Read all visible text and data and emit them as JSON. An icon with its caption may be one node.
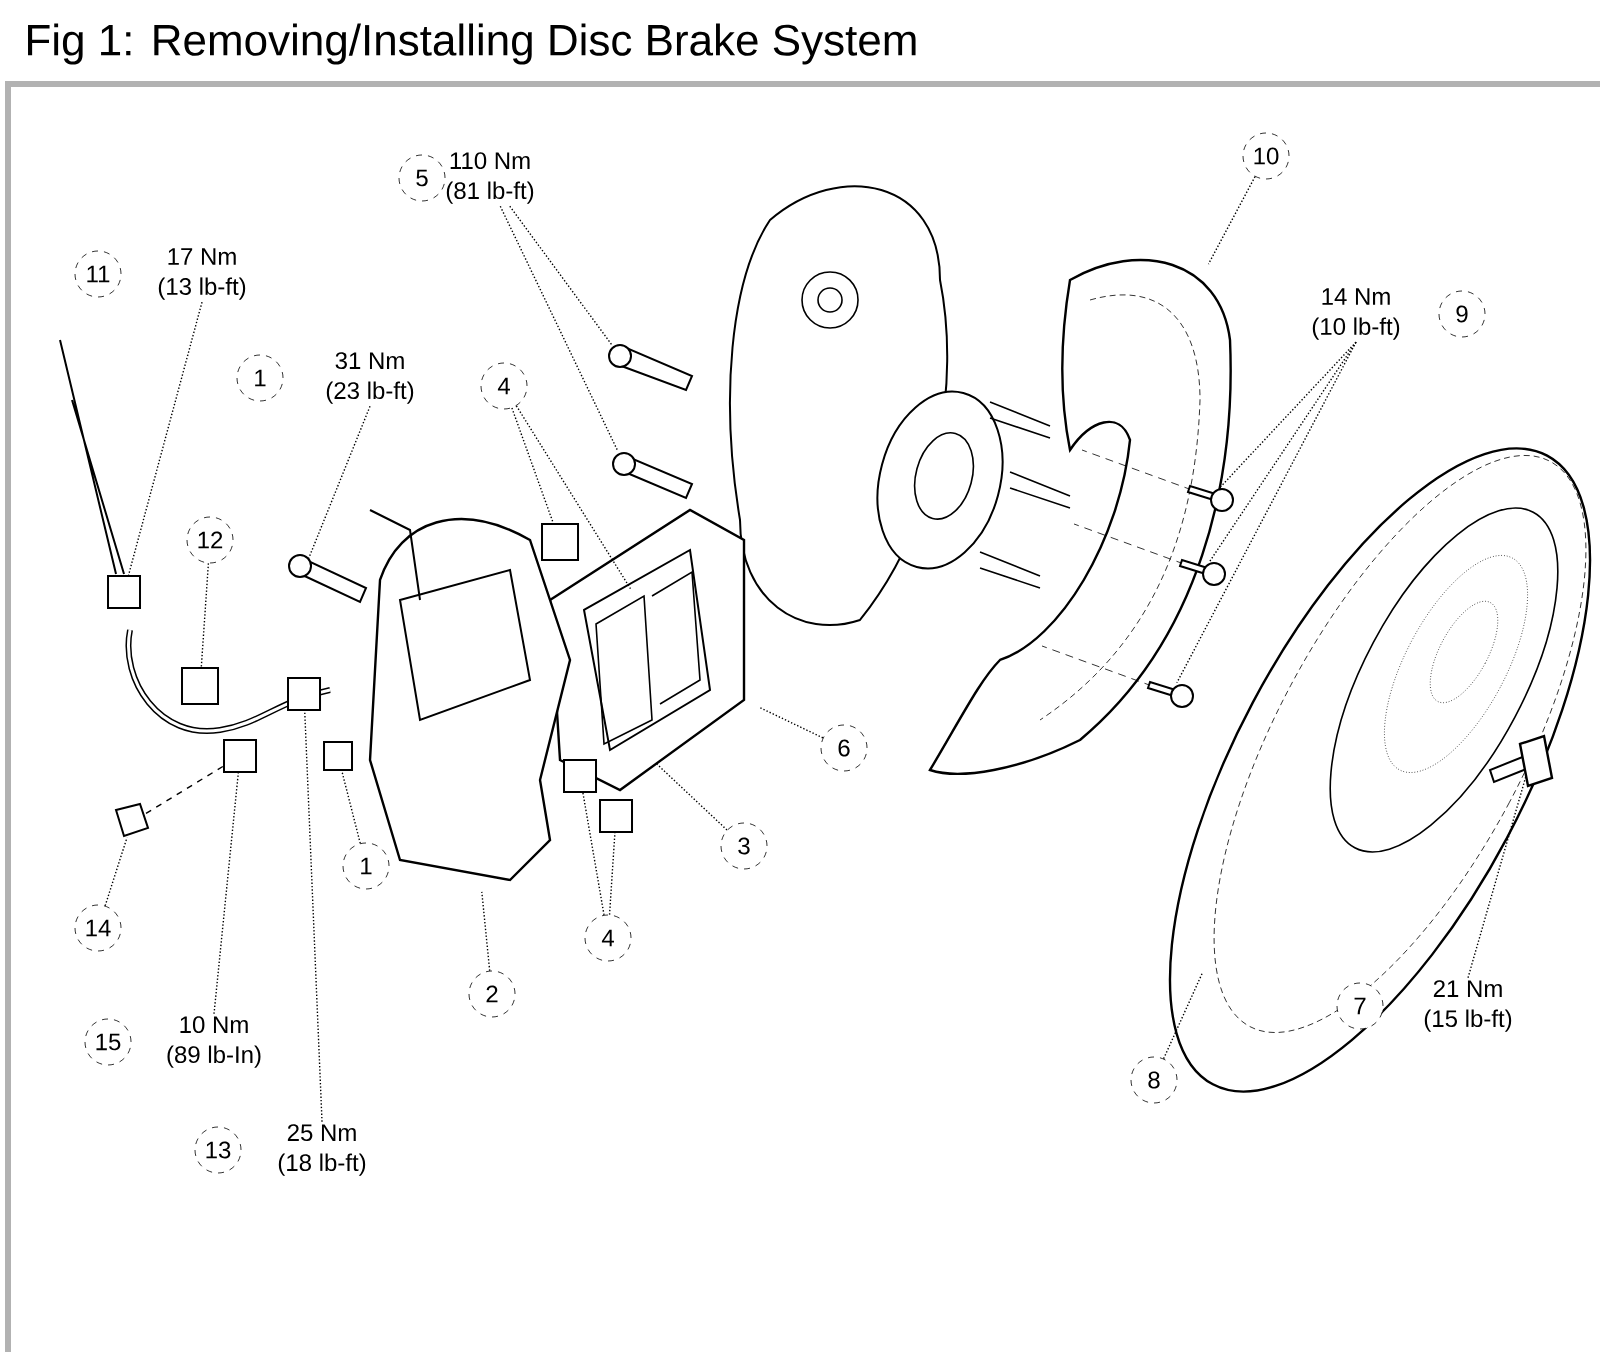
{
  "diagram": {
    "title": "Fig 1: Removing/Installing Disc Brake System",
    "nodes": [
      {
        "text": [
          "5"
        ],
        "beside": [
          "110 Nm",
          "(81 lb-ft)"
        ]
      },
      {
        "text": [
          "10"
        ]
      },
      {
        "text": [
          "11"
        ],
        "beside": [
          "17 Nm",
          "(13 lb-ft)"
        ]
      },
      {
        "text": [
          "9"
        ],
        "beside": [
          "14 Nm",
          "(10 lb-ft)"
        ]
      },
      {
        "text": [
          "1"
        ],
        "beside": [
          "31 Nm",
          "(23 lb-ft)"
        ]
      },
      {
        "text": [
          "4"
        ]
      },
      {
        "text": [
          "12"
        ]
      },
      {
        "text": [
          "6"
        ]
      },
      {
        "text": [
          "3"
        ]
      },
      {
        "text": [
          "1"
        ]
      },
      {
        "text": [
          "4"
        ]
      },
      {
        "text": [
          "14"
        ]
      },
      {
        "text": [
          "2"
        ]
      },
      {
        "text": [
          "7"
        ],
        "beside": [
          "21 Nm",
          "(15 lb-ft)"
        ]
      },
      {
        "text": [
          "15"
        ],
        "beside": [
          "10 Nm",
          "(89 lb-In)"
        ]
      },
      {
        "text": [
          "8"
        ]
      },
      {
        "text": [
          "13"
        ],
        "beside": [
          "25 Nm",
          "(18 lb-ft)"
        ]
      },
      {
        "text": [],
        "shape": "picture"
      },
      {
        "text": [],
        "shape": "picture"
      },
      {
        "text": [],
        "shape": "picture"
      },
      {
        "text": [],
        "shape": "picture"
      },
      {
        "text": [],
        "shape": "picture"
      },
      {
        "text": [],
        "shape": "box"
      },
      {
        "text": [],
        "shape": "picture"
      },
      {
        "text": [],
        "shape": "box"
      },
      {
        "text": [],
        "shape": "box"
      },
      {
        "text": [],
        "shape": "box"
      },
      {
        "text": [],
        "shape": "box"
      },
      {
        "text": [],
        "shape": "box"
      },
      {
        "text": [],
        "shape": "picture"
      },
      {
        "text": [],
        "shape": "picture"
      },
      {
        "text": [],
        "shape": "box"
      },
      {
        "text": [],
        "shape": "box"
      }
    ],
    "edges": [
      {
        "from": 0,
        "to": 17,
        "arrow": "none"
      },
      {
        "from": 0,
        "to": 18,
        "arrow": "none"
      },
      {
        "from": 1,
        "to": null,
        "arrow": "none"
      },
      {
        "from": 2,
        "to": 22,
        "arrow": "none"
      },
      {
        "from": 3,
        "to": 19,
        "arrow": "none"
      },
      {
        "from": 3,
        "to": 20,
        "arrow": "none"
      },
      {
        "from": 3,
        "to": 21,
        "arrow": "none"
      },
      {
        "from": 4,
        "to": 23,
        "arrow": "none"
      },
      {
        "from": 5,
        "to": 24,
        "arrow": "none"
      },
      {
        "from": 5,
        "to": null,
        "arrow": "none"
      },
      {
        "from": 6,
        "to": 25,
        "arrow": "none"
      },
      {
        "from": 7,
        "to": null,
        "arrow": "none"
      },
      {
        "from": 8,
        "to": null,
        "arrow": "none"
      },
      {
        "from": 9,
        "to": 26,
        "arrow": "none"
      },
      {
        "from": 10,
        "to": 27,
        "arrow": "none"
      },
      {
        "from": 10,
        "to": 28,
        "arrow": "none"
      },
      {
        "from": 11,
        "to": 29,
        "arrow": "none"
      },
      {
        "from": 12,
        "to": null,
        "arrow": "none"
      },
      {
        "from": 13,
        "to": 30,
        "arrow": "none"
      },
      {
        "from": 14,
        "to": 31,
        "arrow": "none"
      },
      {
        "from": 15,
        "to": null,
        "arrow": "none"
      },
      {
        "from": 16,
        "to": 32,
        "arrow": "none"
      },
      {
        "from": 29,
        "to": 31,
        "arrow": "none",
        "style": "dashed"
      }
    ]
  }
}
